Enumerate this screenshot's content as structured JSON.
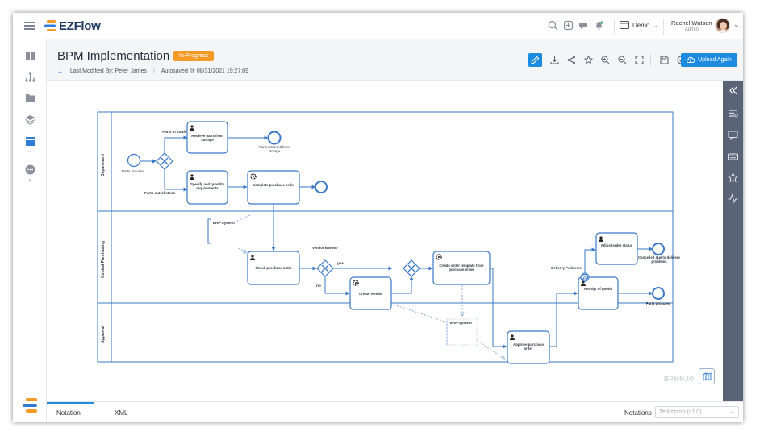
{
  "app": {
    "name": "EZFlow"
  },
  "topbar": {
    "workspace": "Demo",
    "user_name": "Rachel Watson",
    "user_role": "Admin"
  },
  "header": {
    "title": "BPM Implementation",
    "status": "In-Progress",
    "modified": "Last Modified By: Peter James",
    "autosave": "Autosaved @ 08/31/2021 19:27:09",
    "upload_label": "Upload Again"
  },
  "diagram": {
    "lanes": [
      "Department",
      "Central Purchasing",
      "Approval"
    ],
    "tasks": [
      "Retrieve parts from storage",
      "Specify and quantity requirements",
      "Complete purchase order",
      "Check purchase order",
      "Create vendor",
      "Create order template from purchase order",
      "Approve purchase order",
      "Adjust order status",
      "Receipt of goods"
    ],
    "events": [
      "Parts required",
      "Parts retrieved from storage",
      "Cancelled due to delivery problems",
      "Parts procured"
    ],
    "flow_labels": [
      "Parts in stock",
      "Parts out of stock",
      "Vendor known?",
      "yes",
      "no",
      "Delivery Problems"
    ],
    "data_stores": [
      "ERP-System",
      "ERP-System"
    ],
    "watermark": "BPMN.IO"
  },
  "bottom": {
    "tabs": [
      "Notation",
      "XML"
    ],
    "notations_label": "Notations",
    "notations_value": "Test-bpmn (v1.0)"
  },
  "colors": {
    "accent": "#1d8ce0",
    "badge": "#f39a27",
    "rail": "#5a6477",
    "diagram_line": "#3a78c9"
  }
}
